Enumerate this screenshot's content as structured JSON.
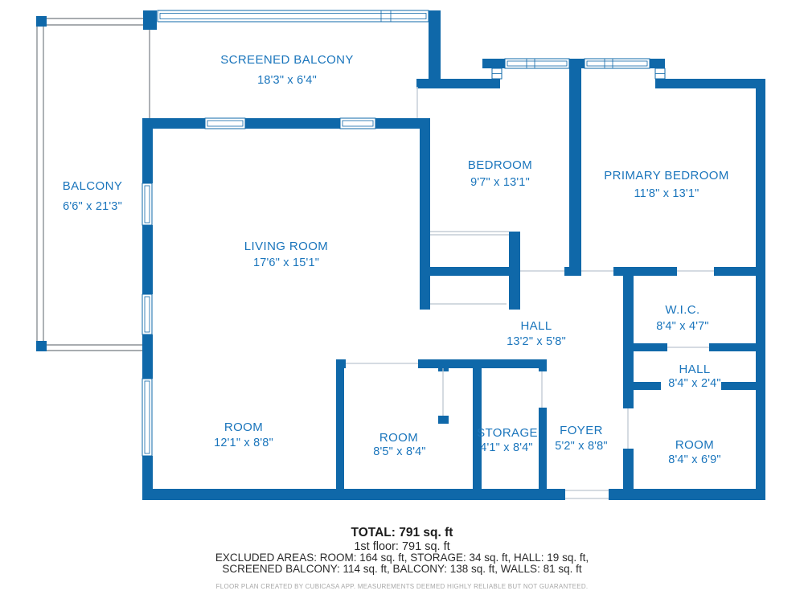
{
  "plan": {
    "colors": {
      "wall_blue": "#0f68a9",
      "label_blue": "#1a75bc",
      "railing_gray": "#8b9196",
      "door_line_gray": "#c7cfd8",
      "footer_text": "#2a2a2a",
      "disclaimer_gray": "#a8a8a8"
    },
    "rooms": [
      {
        "name": "SCREENED BALCONY",
        "dims": "18'3\" x 6'4\""
      },
      {
        "name": "BALCONY",
        "dims": "6'6\" x 21'3\""
      },
      {
        "name": "BEDROOM",
        "dims": "9'7\" x 13'1\""
      },
      {
        "name": "PRIMARY BEDROOM",
        "dims": "11'8\" x 13'1\""
      },
      {
        "name": "LIVING ROOM",
        "dims": "17'6\" x 15'1\""
      },
      {
        "name": "W.I.C.",
        "dims": "8'4\" x 4'7\""
      },
      {
        "name": "HALL",
        "dims": "13'2\" x 5'8\""
      },
      {
        "name": "HALL",
        "dims": "8'4\" x 2'4\""
      },
      {
        "name": "ROOM",
        "dims": "12'1\" x 8'8\""
      },
      {
        "name": "ROOM",
        "dims": "8'5\" x 8'4\""
      },
      {
        "name": "STORAGE",
        "dims": "4'1\" x 8'4\""
      },
      {
        "name": "FOYER",
        "dims": "5'2\" x 8'8\""
      },
      {
        "name": "ROOM",
        "dims": "8'4\" x 6'9\""
      }
    ]
  },
  "summary": {
    "total": "TOTAL: 791 sq. ft",
    "floor": "1st floor: 791 sq. ft",
    "excluded_line1": "EXCLUDED AREAS: ROOM: 164 sq. ft, STORAGE: 34 sq. ft, HALL: 19 sq. ft,",
    "excluded_line2": "SCREENED BALCONY: 114 sq. ft, BALCONY: 138 sq. ft, WALLS: 81 sq. ft",
    "disclaimer": "FLOOR PLAN CREATED BY CUBICASA APP. MEASUREMENTS DEEMED HIGHLY RELIABLE BUT NOT GUARANTEED."
  }
}
